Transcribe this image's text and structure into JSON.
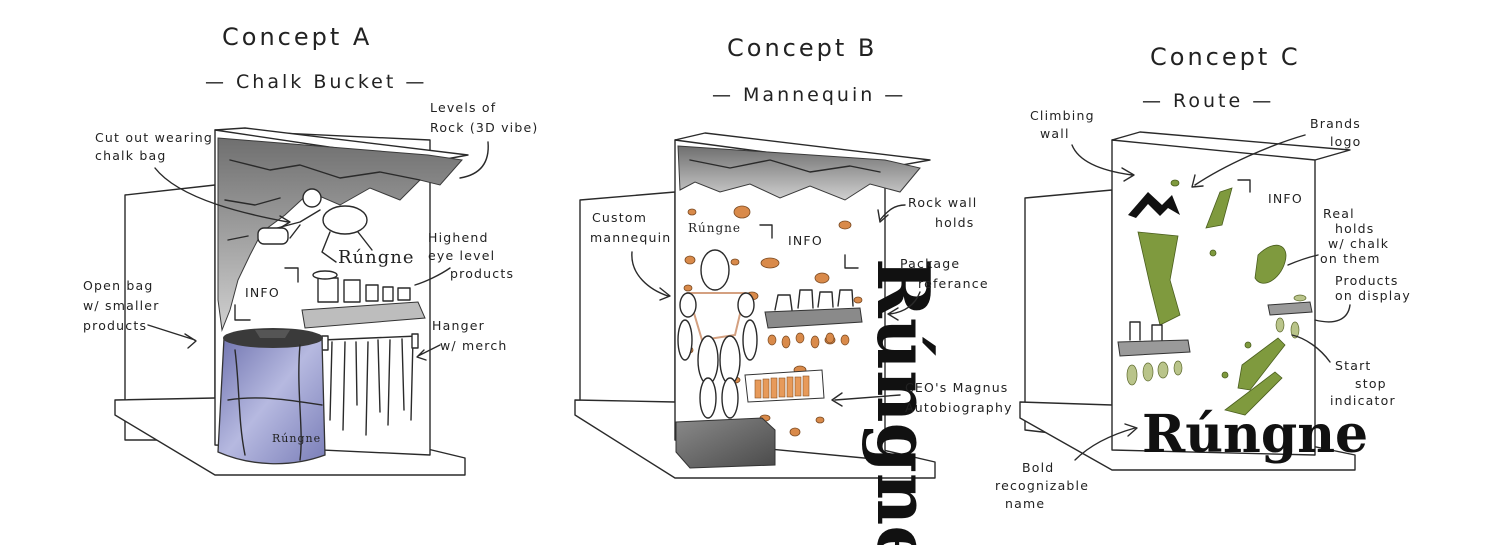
{
  "concepts": [
    {
      "title": "Concept A",
      "subtitle": "— Chalk Bucket —",
      "notes": {
        "cut_out": [
          "Cut out wearing",
          "chalk bag"
        ],
        "levels": [
          "Levels of",
          "Rock (3D vibe)"
        ],
        "highend": [
          "Highend",
          "eye level",
          "products"
        ],
        "open_bag": [
          "Open bag",
          "w/ smaller",
          "products"
        ],
        "hanger": [
          "Hanger",
          "w/ merch"
        ],
        "info": "INFO"
      },
      "brand_wall": "Rúngne",
      "brand_bag": "Rúngne"
    },
    {
      "title": "Concept B",
      "subtitle": "— Mannequin —",
      "notes": {
        "custom": [
          "Custom",
          "mannequin"
        ],
        "rockwall": [
          "Rock wall",
          "holds"
        ],
        "package": [
          "Package",
          "referance"
        ],
        "ceo": [
          "CEO's Magnus",
          "Autobiography"
        ],
        "info": "INFO"
      },
      "brand_wall": "Rúngne",
      "brand_vertical": "Rúngne"
    },
    {
      "title": "Concept C",
      "subtitle": "— Route —",
      "notes": {
        "climbing": [
          "Climbing",
          "wall"
        ],
        "brands": [
          "Brands",
          "logo"
        ],
        "real": [
          "Real",
          "holds",
          "w/ chalk",
          "on them"
        ],
        "products": [
          "Products",
          "on display"
        ],
        "start": [
          "Start",
          "stop",
          "indicator"
        ],
        "bold": [
          "Bold",
          "recognizable",
          "name"
        ],
        "info": "INFO"
      },
      "brand_big": "Rúngne"
    }
  ],
  "colors": {
    "ink": "#2a2a2a",
    "rock": "#9a9a9a",
    "bag": "#8e92c4",
    "hold_orange": "#d98a4a",
    "hold_green": "#7f9a3e",
    "plinth": "#6e6e6e"
  }
}
